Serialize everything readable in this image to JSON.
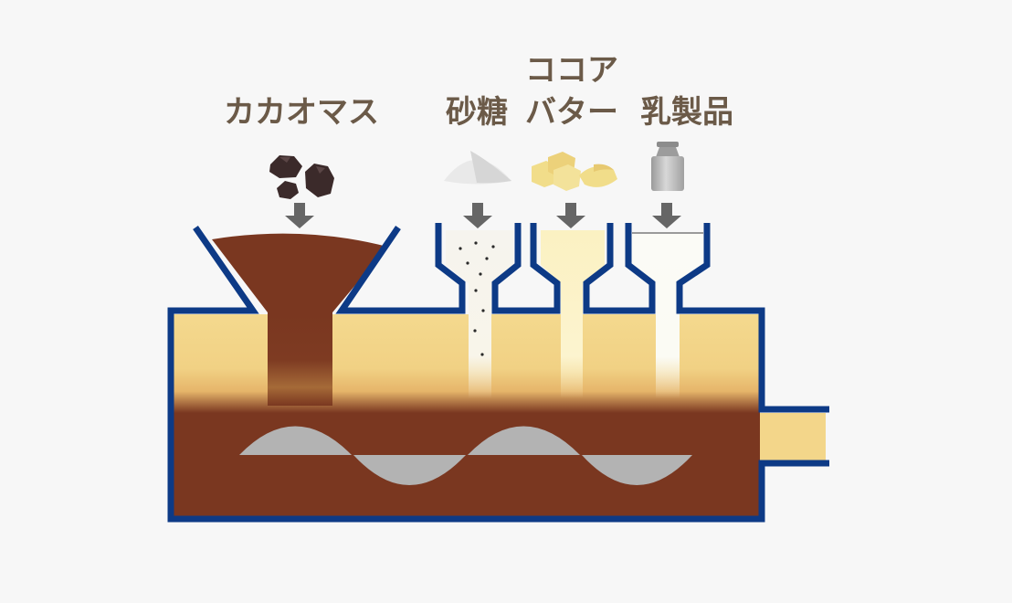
{
  "labels": {
    "cacao_mass": "カカオマス",
    "sugar": "砂糖",
    "cocoa_butter_line1": "ココア",
    "cocoa_butter_line2": "バター",
    "dairy": "乳製品"
  },
  "icons": {
    "cacao_mass": "cacao-nibs-icon",
    "sugar": "sugar-pile-icon",
    "cocoa_butter": "butter-icon",
    "dairy": "milk-can-icon",
    "arrow": "down-arrow-icon",
    "screw": "screw-conveyor-icon"
  },
  "colors": {
    "background": "#f7f7f7",
    "outline": "#0d3a86",
    "chocolate": "#7a3720",
    "cream": "#f3d68a",
    "screw": "#b3b3b3",
    "label": "#6b5a48",
    "arrow": "#666666"
  }
}
